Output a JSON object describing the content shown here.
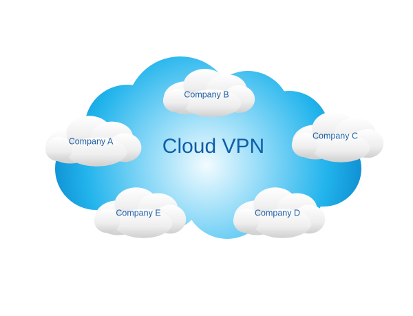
{
  "title": "Cloud VPN",
  "companies": [
    {
      "label": "Company A"
    },
    {
      "label": "Company B"
    },
    {
      "label": "Company C"
    },
    {
      "label": "Company D"
    },
    {
      "label": "Company E"
    }
  ],
  "colors": {
    "cloud_outer": "#0a8fd6",
    "cloud_mid": "#3cc0f0",
    "cloud_center": "#eaf8ff",
    "small_cloud": "#e6e6e6",
    "text": "#1f5fa6"
  }
}
